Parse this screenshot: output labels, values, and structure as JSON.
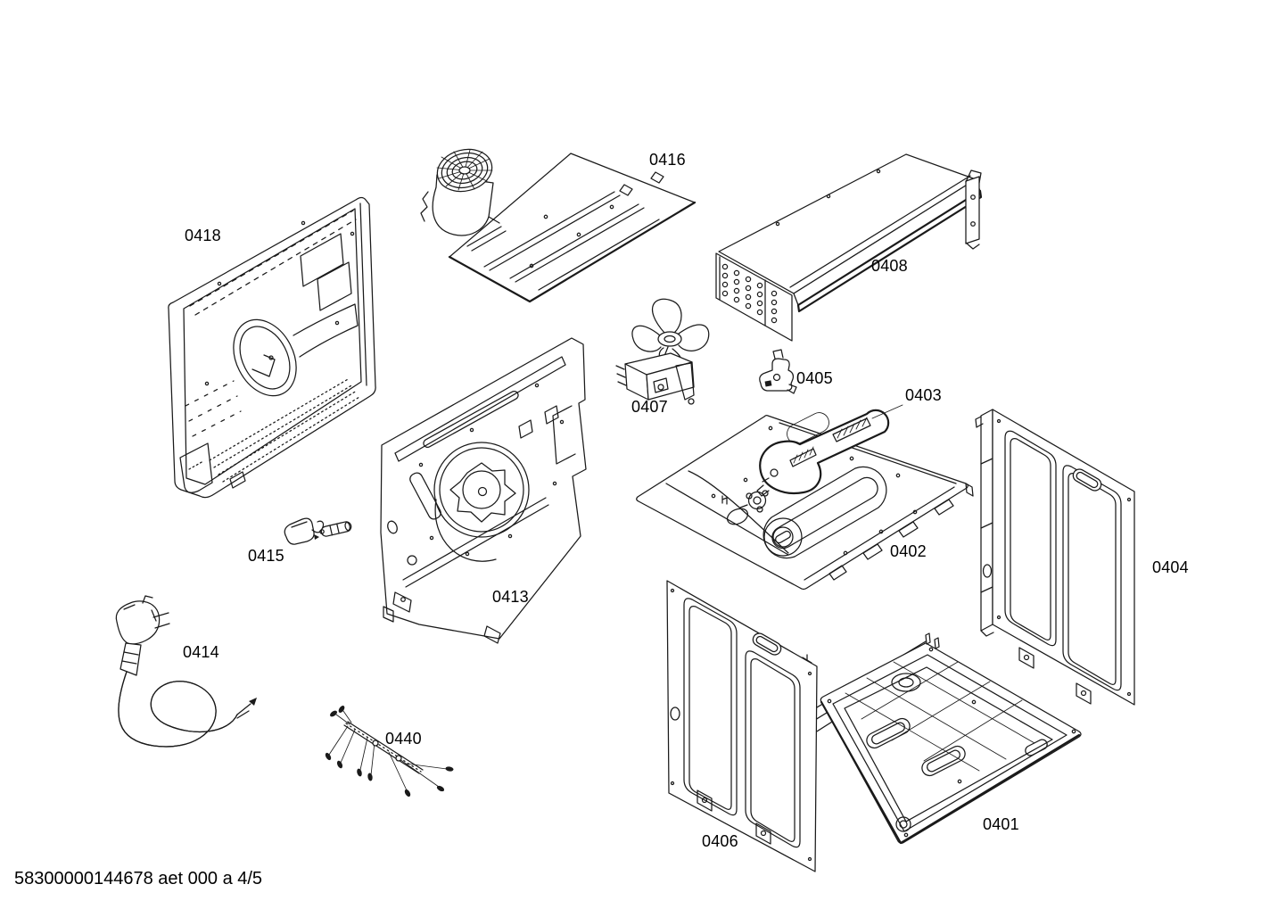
{
  "page": {
    "footer": "58300000144678 aet 000 a 4/5"
  },
  "parts": [
    {
      "id": "0401"
    },
    {
      "id": "0402"
    },
    {
      "id": "0403"
    },
    {
      "id": "0404"
    },
    {
      "id": "0405"
    },
    {
      "id": "0406"
    },
    {
      "id": "0407"
    },
    {
      "id": "0408"
    },
    {
      "id": "0413"
    },
    {
      "id": "0414"
    },
    {
      "id": "0415"
    },
    {
      "id": "0416"
    },
    {
      "id": "0418"
    },
    {
      "id": "0440"
    }
  ]
}
